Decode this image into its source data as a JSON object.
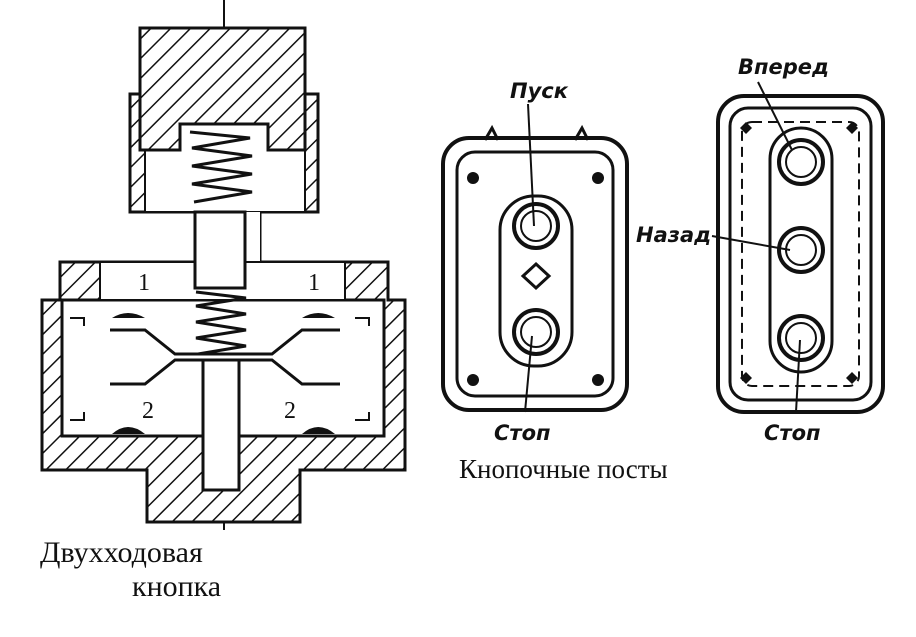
{
  "left_figure": {
    "caption_line1": "Двухходовая",
    "caption_line2": "кнопка",
    "part_labels": [
      "1",
      "1",
      "2",
      "2"
    ]
  },
  "right_figure": {
    "caption": "Кнопочные посты",
    "station_a": {
      "top_label": "Пуск",
      "bottom_label": "Стоп"
    },
    "station_b": {
      "top_label": "Вперед",
      "middle_label": "Назад",
      "bottom_label": "Стоп"
    }
  },
  "colors": {
    "ink": "#111111",
    "paper": "#ffffff"
  }
}
